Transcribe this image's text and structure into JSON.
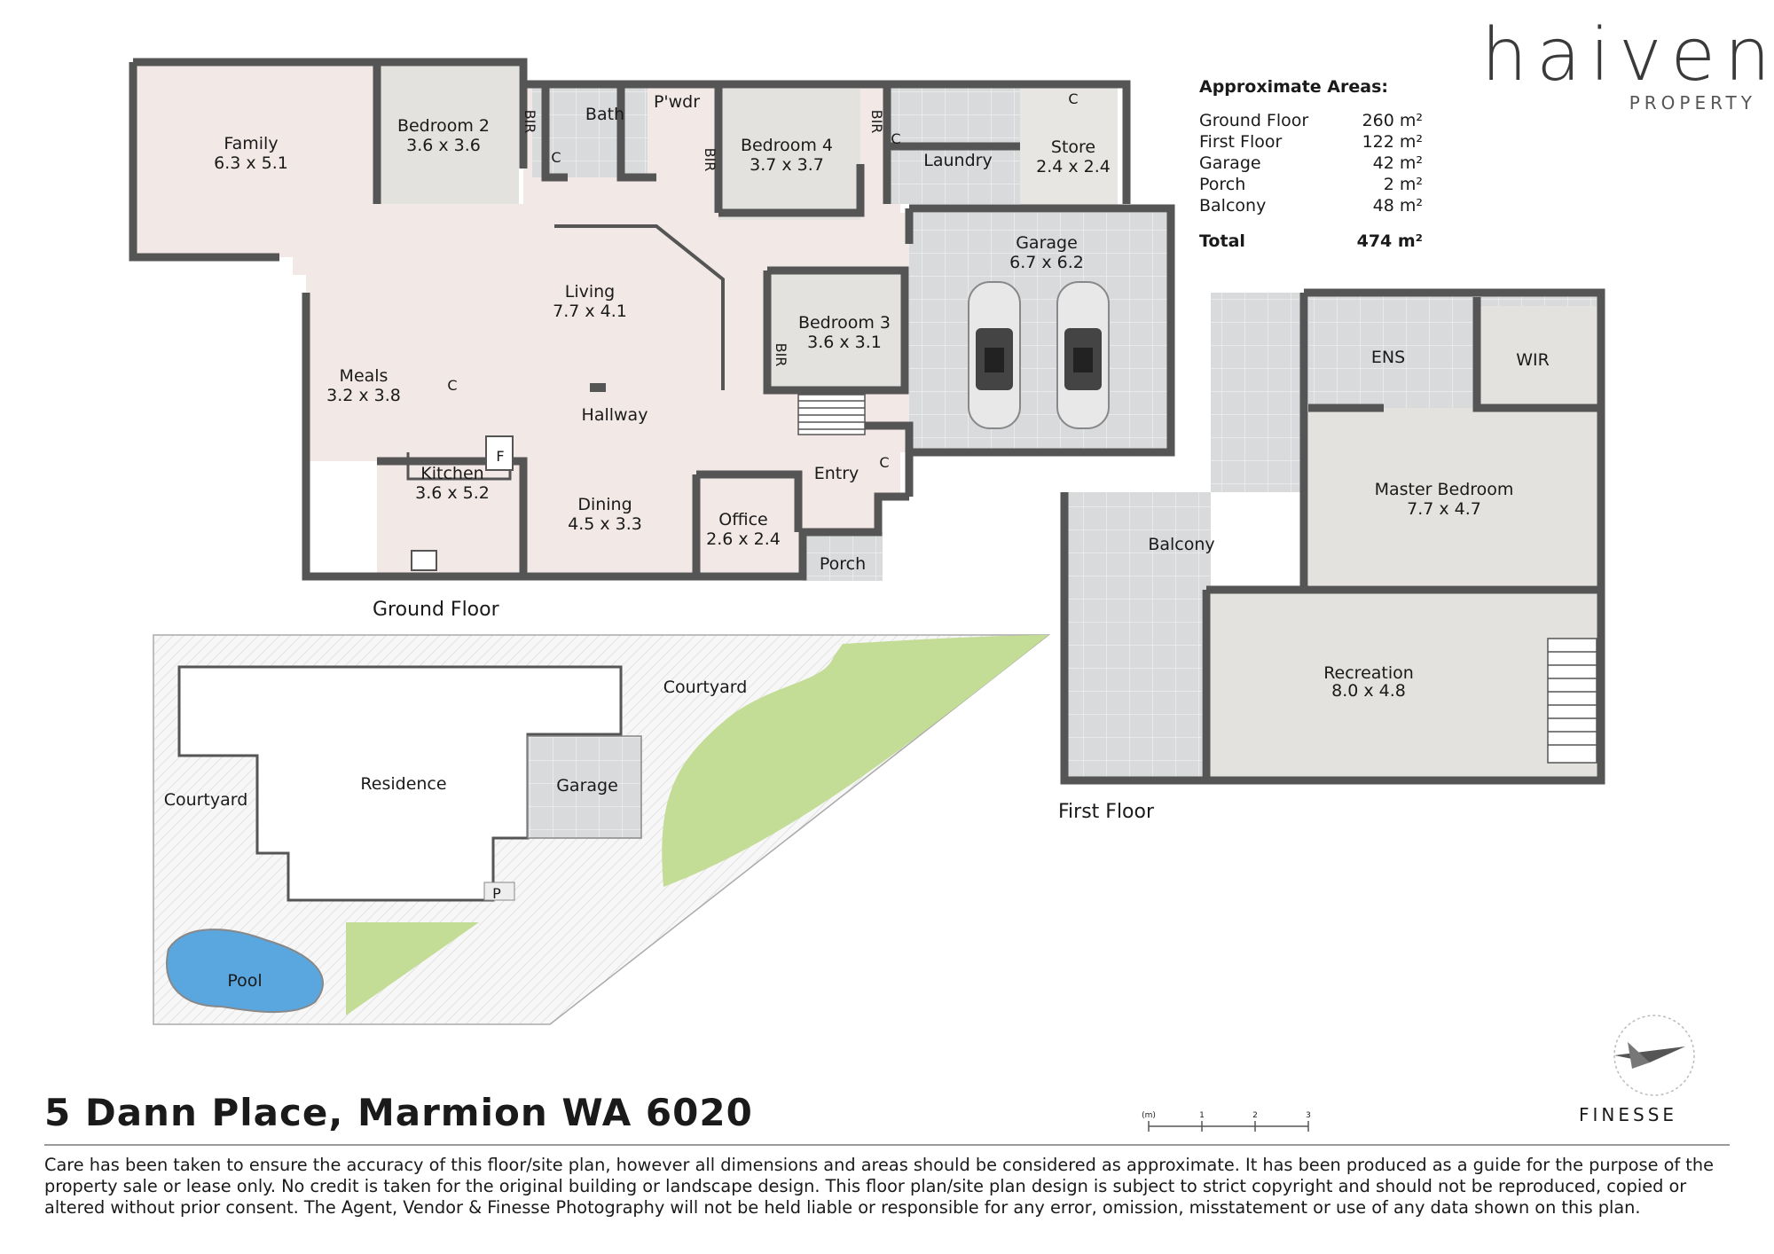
{
  "brand": {
    "name": "haiven",
    "sub": "PROPERTY"
  },
  "areas": {
    "title": "Approximate Areas:",
    "rows": [
      {
        "label": "Ground Floor",
        "value": "260 m²"
      },
      {
        "label": "First Floor",
        "value": "122 m²"
      },
      {
        "label": "Garage",
        "value": "42 m²"
      },
      {
        "label": "Porch",
        "value": "2 m²"
      },
      {
        "label": "Balcony",
        "value": "48 m²"
      }
    ],
    "total_label": "Total",
    "total_value": "474 m²"
  },
  "ground_floor": {
    "title": "Ground Floor",
    "rooms": {
      "family": {
        "name": "Family",
        "dim": "6.3 x 5.1"
      },
      "bed2": {
        "name": "Bedroom 2",
        "dim": "3.6 x 3.6"
      },
      "bath": {
        "name": "Bath"
      },
      "pwdr": {
        "name": "P'wdr"
      },
      "bed4": {
        "name": "Bedroom 4",
        "dim": "3.7 x 3.7"
      },
      "laundry": {
        "name": "Laundry"
      },
      "store": {
        "name": "Store",
        "dim": "2.4 x 2.4"
      },
      "garage": {
        "name": "Garage",
        "dim": "6.7 x 6.2"
      },
      "living": {
        "name": "Living",
        "dim": "7.7 x 4.1"
      },
      "bed3": {
        "name": "Bedroom 3",
        "dim": "3.6 x 3.1"
      },
      "meals": {
        "name": "Meals",
        "dim": "3.2 x 3.8"
      },
      "hallway": {
        "name": "Hallway"
      },
      "kitchen": {
        "name": "Kitchen",
        "dim": "3.6 x 5.2"
      },
      "dining": {
        "name": "Dining",
        "dim": "4.5 x 3.3"
      },
      "office": {
        "name": "Office",
        "dim": "2.6 x 2.4"
      },
      "entry": {
        "name": "Entry"
      },
      "porch": {
        "name": "Porch"
      }
    },
    "marks": {
      "bir": "BIR",
      "c": "C",
      "f": "F"
    }
  },
  "first_floor": {
    "title": "First Floor",
    "rooms": {
      "ens": {
        "name": "ENS"
      },
      "wir": {
        "name": "WIR"
      },
      "master": {
        "name": "Master Bedroom",
        "dim": "7.7 x 4.7"
      },
      "balcony": {
        "name": "Balcony"
      },
      "recreation": {
        "name": "Recreation",
        "dim": "8.0 x 4.8"
      }
    }
  },
  "site": {
    "courtyard_a": "Courtyard",
    "courtyard_b": "Courtyard",
    "residence": "Residence",
    "garage": "Garage",
    "pool": "Pool",
    "p": "P"
  },
  "scale": {
    "unit": "(m)",
    "ticks": [
      "1",
      "2",
      "3"
    ]
  },
  "address": "5 Dann Place, Marmion WA 6020",
  "disclaimer": "Care has been taken to ensure the accuracy of this floor/site plan, however all dimensions and areas should be considered as approximate. It has been produced as a guide for the purpose of the property sale or lease only. No credit is taken for the original building or landscape design. This floor plan/site plan design is subject to strict copyright and should not be reproduced, copied or altered without prior consent. The Agent, Vendor & Finesse Photography will not be held liable or responsible for any error, omission, misstatement or use of any data shown on this plan.",
  "finesse": "FINESSE",
  "colors": {
    "wall": "#555555",
    "floor": "#f2e9e6",
    "tile": "#d8dadb",
    "carpet": "#e4e2de",
    "lawn": "#c3dc96",
    "pool": "#5aa7e0"
  }
}
